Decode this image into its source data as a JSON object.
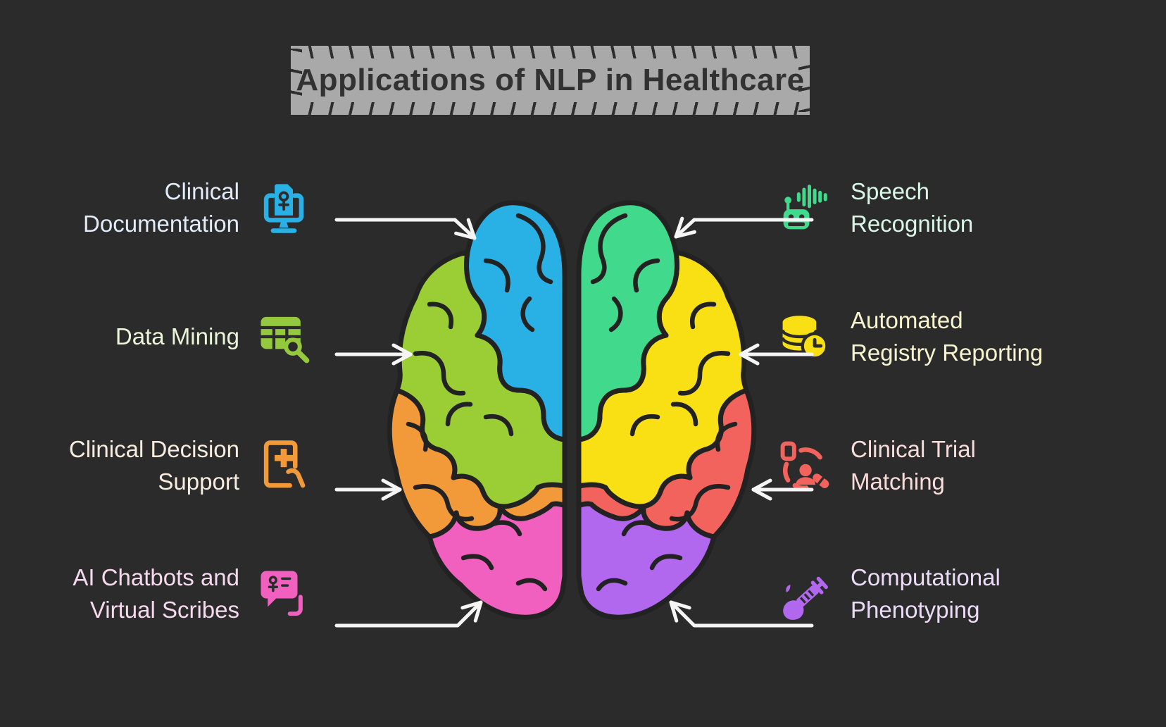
{
  "title": "Applications of NLP in Healthcare",
  "palette": {
    "background": "#2b2b2b",
    "outline": "#222222",
    "arrow": "#f5f5f5",
    "title_bg": "#a9a9a9",
    "title_text": "#323232",
    "title_tick": "#2e2e2e"
  },
  "items_left": [
    {
      "label": "Clinical\nDocumentation",
      "icon": "clinical-documentation-icon",
      "color": "#29b1e6",
      "text_color": "#e2ecf8"
    },
    {
      "label": "Data Mining",
      "icon": "data-mining-icon",
      "color": "#94c93d",
      "text_color": "#eaf6d7"
    },
    {
      "label": "Clinical Decision\nSupport",
      "icon": "clinical-decision-support-icon",
      "color": "#f29a3a",
      "text_color": "#f8ecdf"
    },
    {
      "label": "AI Chatbots and\nVirtual Scribes",
      "icon": "ai-chatbots-icon",
      "color": "#f160be",
      "text_color": "#f6d9ee"
    }
  ],
  "items_right": [
    {
      "label": "Speech\nRecognition",
      "icon": "speech-recognition-icon",
      "color": "#41d98c",
      "text_color": "#d9f6e6"
    },
    {
      "label": "Automated\nRegistry Reporting",
      "icon": "automated-registry-reporting-icon",
      "color": "#f8e015",
      "text_color": "#f8f4cf"
    },
    {
      "label": "Clinical Trial\nMatching",
      "icon": "clinical-trial-matching-icon",
      "color": "#f2635d",
      "text_color": "#f8dcda"
    },
    {
      "label": "Computational\nPhenotyping",
      "icon": "computational-phenotyping-icon",
      "color": "#b267ef",
      "text_color": "#ecdcf8"
    }
  ],
  "brain": {
    "left_lobes": {
      "frontal": "#29b1e6",
      "parietal": "#9bcd34",
      "temporal": "#f29a3a",
      "occipital": "#f160be"
    },
    "right_lobes": {
      "frontal": "#41d98c",
      "parietal": "#f8e015",
      "temporal": "#f2635d",
      "occipital": "#b267ef"
    }
  }
}
